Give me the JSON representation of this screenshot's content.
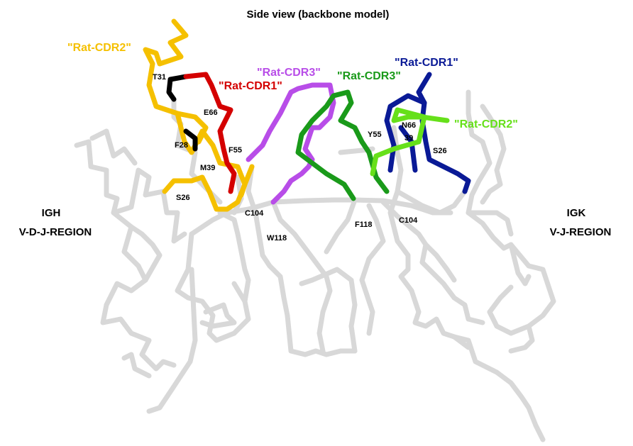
{
  "title": "Side view (backbone model)",
  "colors": {
    "backbone": "#d8d8d8",
    "backbone_shadow": "#b8b8b8",
    "cdr2_heavy": "#f5c000",
    "cdr1_heavy": "#d40000",
    "cdr3_heavy": "#b84de8",
    "cdr3_light": "#1a9a1a",
    "cdr1_light": "#0a1a96",
    "cdr2_light": "#66e01a",
    "black_segment": "#000000"
  },
  "regions": {
    "heavy": {
      "line1": "IGH",
      "line2": "V-D-J-REGION"
    },
    "light": {
      "line1": "IGK",
      "line2": "V-J-REGION"
    }
  },
  "cdr_labels": {
    "cdr2_heavy": "\"Rat-CDR2\"",
    "cdr1_heavy": "\"Rat-CDR1\"",
    "cdr3_heavy": "\"Rat-CDR3\"",
    "cdr3_light": "\"Rat-CDR3\"",
    "cdr1_light": "\"Rat-CDR1\"",
    "cdr2_light": "\"Rat-CDR2\""
  },
  "residues": {
    "t31": "T31",
    "e66": "E66",
    "f28": "F28",
    "f55": "F55",
    "m39": "M39",
    "s26_heavy": "S26",
    "c104_heavy": "C104",
    "w118": "W118",
    "y55": "Y55",
    "n66": "N66",
    "n39": "39",
    "s26_light": "S26",
    "f118": "F118",
    "c104_light": "C104"
  }
}
